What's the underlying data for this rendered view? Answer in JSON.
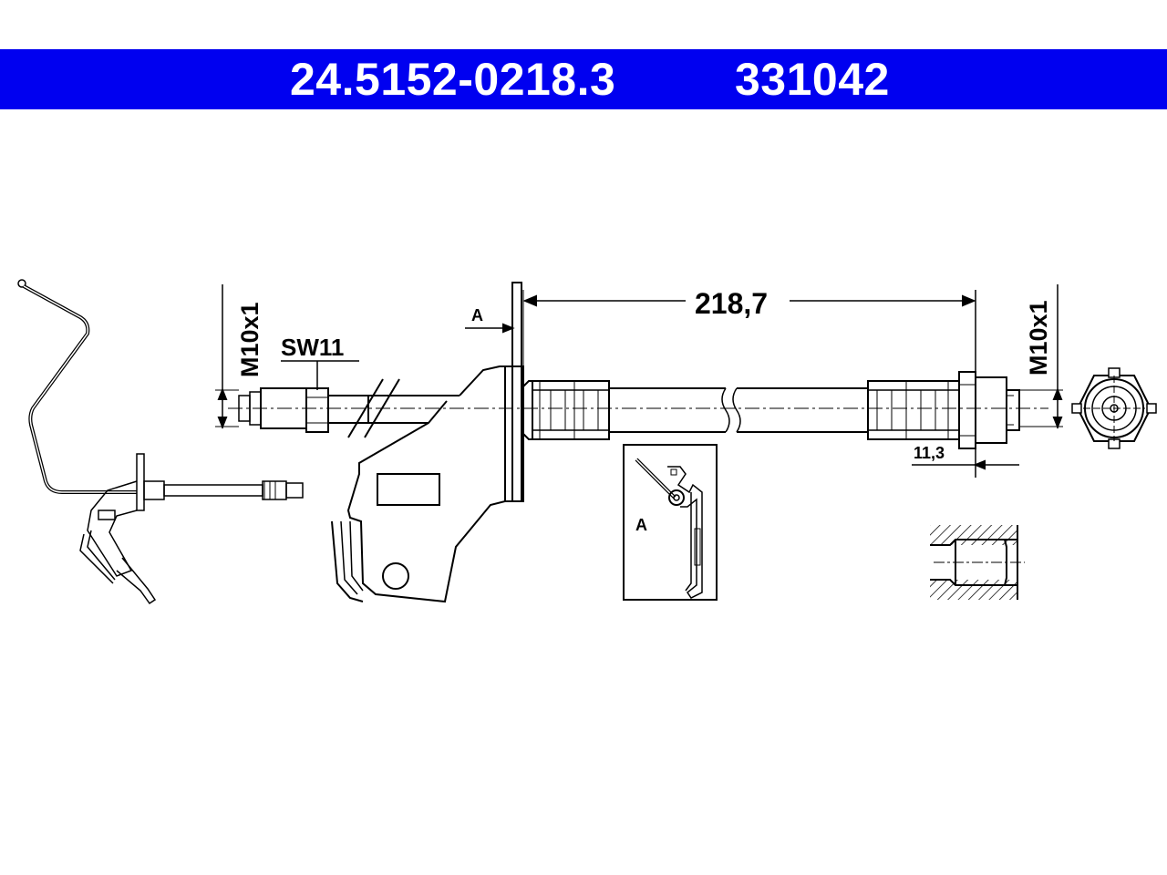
{
  "header": {
    "part_number": "24.5152-0218.3",
    "reference_number": "331042",
    "band_color": "#0000f0"
  },
  "labels": {
    "thread_left": "M10x1",
    "thread_right": "M10x1",
    "wrench_size": "SW11",
    "length": "218,7",
    "fitting_length": "11,3",
    "section_marker": "A",
    "detail_marker": "A"
  }
}
